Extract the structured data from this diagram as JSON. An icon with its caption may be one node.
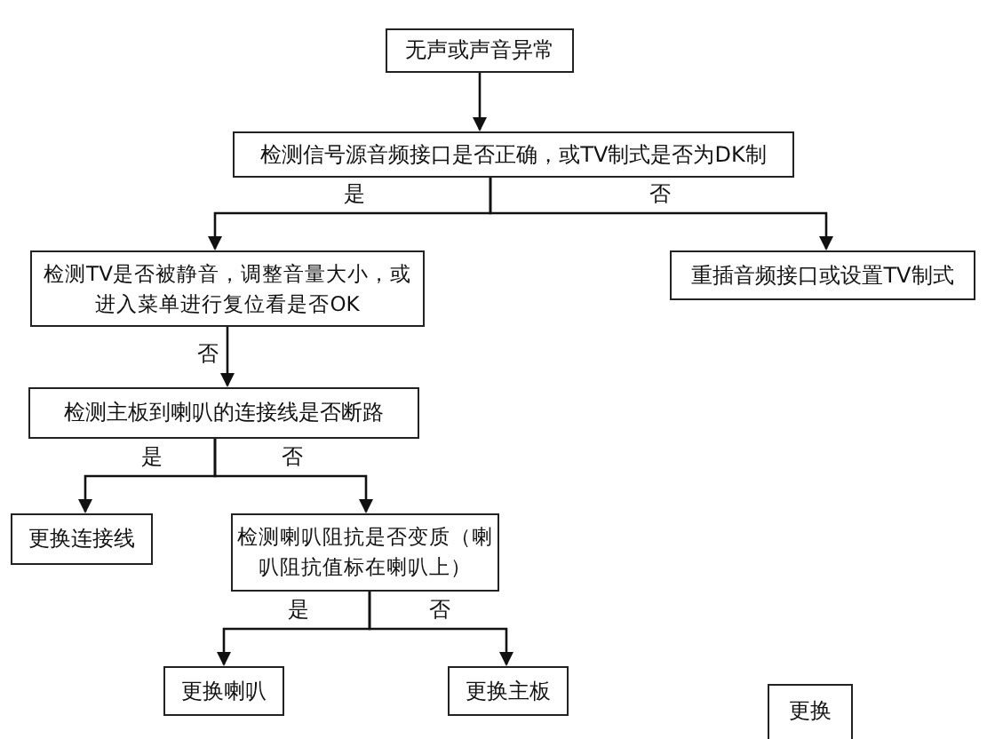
{
  "diagram": {
    "nodes": [
      {
        "text": [
          "无声或声音异常"
        ]
      },
      {
        "text": [
          "检测信号源音频接口是否正确，或TV制式是否为DK制"
        ]
      },
      {
        "text": [
          "检测TV是否被静音，调整音量大小，或进入菜单进行复位看是否OK"
        ]
      },
      {
        "text": [
          "重插音频接口或设置TV制式"
        ]
      },
      {
        "text": [
          "检测主板到喇叭的连接线是否断路"
        ]
      },
      {
        "text": [
          "更换连接线"
        ]
      },
      {
        "text": [
          "检测喇叭阻抗是否变质（喇叭阻抗值标在喇叭上）"
        ]
      },
      {
        "text": [
          "更换喇叭"
        ]
      },
      {
        "text": [
          "更换主板"
        ]
      },
      {
        "text": [
          "更换"
        ]
      }
    ],
    "edges": [
      {
        "from": 0,
        "to": 1,
        "arrow": "to"
      },
      {
        "from": 1,
        "to": 2,
        "arrow": "to",
        "label": "是"
      },
      {
        "from": 1,
        "to": 3,
        "arrow": "to",
        "label": "否"
      },
      {
        "from": 2,
        "to": 4,
        "arrow": "to",
        "label": "否"
      },
      {
        "from": 4,
        "to": 5,
        "arrow": "to",
        "label": "是"
      },
      {
        "from": 4,
        "to": 6,
        "arrow": "to",
        "label": "否"
      },
      {
        "from": 6,
        "to": 7,
        "arrow": "to",
        "label": "是"
      },
      {
        "from": 6,
        "to": 8,
        "arrow": "to",
        "label": "否"
      }
    ]
  }
}
